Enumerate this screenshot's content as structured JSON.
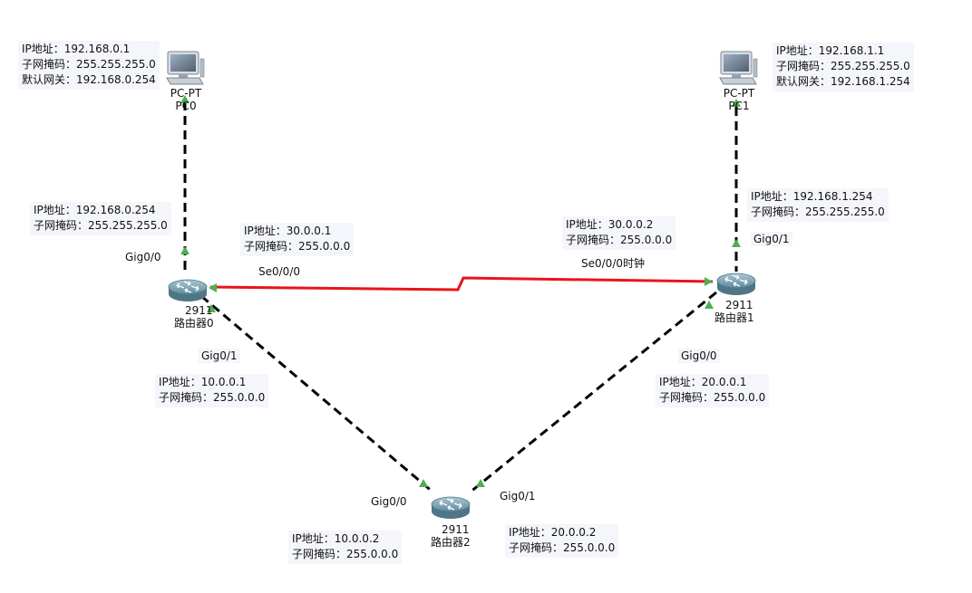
{
  "colors": {
    "serial_link": "#e8141b",
    "ethernet_link": "#000000",
    "port_up": "#4caf50",
    "note_bg": "#f4f6fb",
    "router_body": "#7fa8b8",
    "pc_screen": "#6e7f8f"
  },
  "devices": {
    "pc0": {
      "icon": "pc-icon",
      "model": "PC-PT",
      "name": "PC0"
    },
    "pc1": {
      "icon": "pc-icon",
      "model": "PC-PT",
      "name": "PC1"
    },
    "r0": {
      "icon": "router-icon",
      "model": "2911",
      "name": "路由器0"
    },
    "r1": {
      "icon": "router-icon",
      "model": "2911",
      "name": "路由器1"
    },
    "r2": {
      "icon": "router-icon",
      "model": "2911",
      "name": "路由器2"
    }
  },
  "ports": {
    "r0_gig00": "Gig0/0",
    "r0_se000": "Se0/0/0",
    "r0_gig01": "Gig0/1",
    "r1_gig01": "Gig0/1",
    "r1_se000": "Se0/0/0时钟",
    "r1_gig00": "Gig0/0",
    "r2_gig00": "Gig0/0",
    "r2_gig01": "Gig0/1"
  },
  "notes": {
    "pc0": [
      "IP地址：192.168.0.1",
      "子网掩码：255.255.255.0",
      "默认网关：192.168.0.254"
    ],
    "pc1": [
      "IP地址：192.168.1.1",
      "子网掩码：255.255.255.0",
      "默认网关：192.168.1.254"
    ],
    "r0_gig00": [
      "IP地址：192.168.0.254",
      "子网掩码：255.255.255.0"
    ],
    "r1_gig01": [
      "IP地址：192.168.1.254",
      "子网掩码：255.255.255.0"
    ],
    "r0_se000": [
      "IP地址：30.0.0.1",
      "子网掩码：255.0.0.0"
    ],
    "r1_se000": [
      "IP地址：30.0.0.2",
      "子网掩码：255.0.0.0"
    ],
    "r0_gig01": [
      "IP地址：10.0.0.1",
      "子网掩码：255.0.0.0"
    ],
    "r1_gig00": [
      "IP地址：20.0.0.1",
      "子网掩码：255.0.0.0"
    ],
    "r2_gig00": [
      "IP地址：10.0.0.2",
      "子网掩码：255.0.0.0"
    ],
    "r2_gig01": [
      "IP地址：20.0.0.2",
      "子网掩码：255.0.0.0"
    ]
  }
}
